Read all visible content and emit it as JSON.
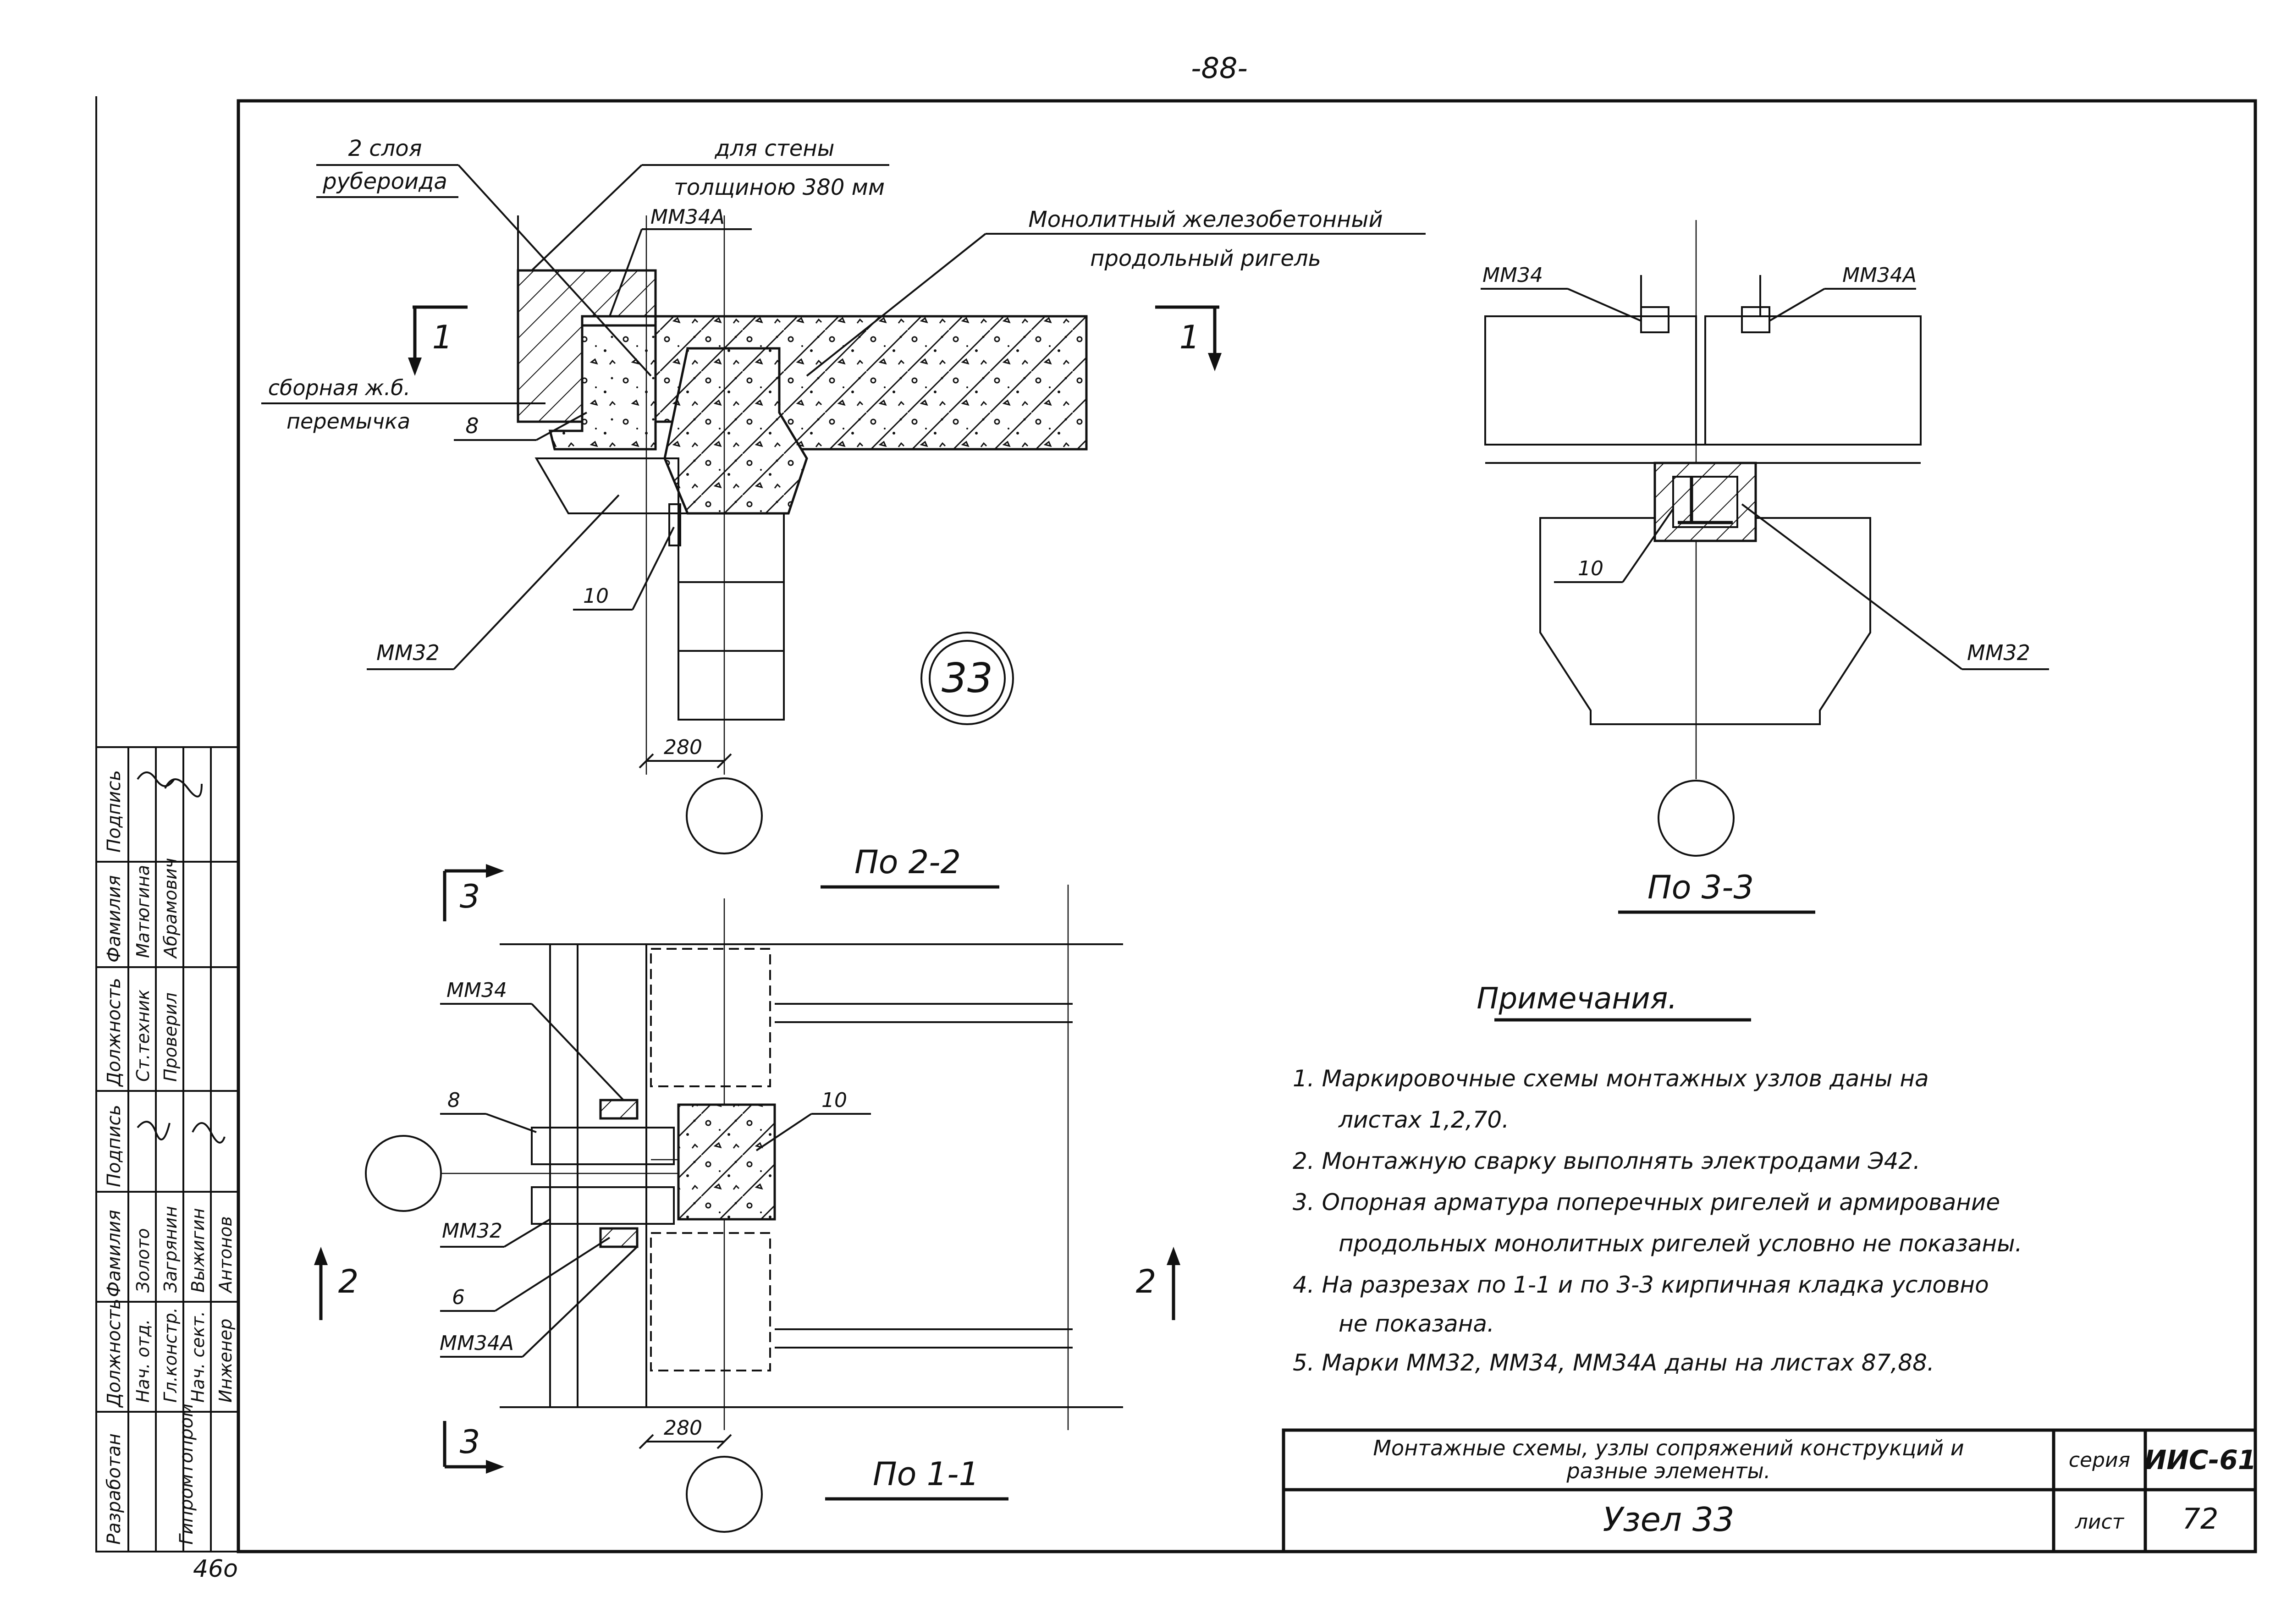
{
  "page_number": "-88-",
  "bottom_note": "46о",
  "sheet_mark": "33",
  "callouts": {
    "roofing": [
      "2 слоя",
      "рубероида"
    ],
    "wall": [
      "для стены",
      "толщиною 380 мм"
    ],
    "mm34a_top": "ММ34А",
    "monolithic": [
      "Монолитный железобетонный",
      "продольный ригель"
    ],
    "lintel": [
      "сборная ж.б.",
      "перемычка"
    ],
    "n8": "8",
    "n10": "10",
    "mm32": "ММ32",
    "dim280": "280",
    "sec1": "1",
    "mm34": "ММ34",
    "mm34a": "ММ34А",
    "n6": "6",
    "sec2": "2",
    "sec3": "3"
  },
  "view_titles": {
    "po22": "По 2-2",
    "po33": "По 3-3",
    "po11": "По 1-1"
  },
  "notes": {
    "heading": "Примечания.",
    "lines": [
      "1.  Маркировочные схемы монтажных узлов даны на",
      "листах 1,2,70.",
      "2.  Монтажную сварку выполнять электродами Э42.",
      "3.  Опорная арматура поперечных ригелей и армирование",
      "продольных монолитных ригелей условно не показаны.",
      "4.  На разрезах по 1-1 и по 3-3 кирпичная кладка условно",
      "не показана.",
      "5.  Марки ММ32, ММ34, ММ34А даны на листах 87,88."
    ]
  },
  "title_block": {
    "description_line1": "Монтажные схемы, узлы сопряжений конструкций и",
    "description_line2": "разные элементы.",
    "seria_label": "серия",
    "seria_value": "ИИС-61",
    "title": "Узел 33",
    "list_label": "лист",
    "list_value": "72"
  },
  "side_stamp": {
    "org1": "Разработан",
    "org2": "Гипромтопром",
    "headers": [
      "Должность",
      "Фамилия",
      "Подпись",
      "Должность",
      "Фамилия",
      "Подпись"
    ],
    "rows": [
      [
        "Нач. отд.",
        "Золото"
      ],
      [
        "Гл.констр.",
        "Загрянин"
      ],
      [
        "Нач. сект.",
        "Выжигин"
      ],
      [
        "Инженер",
        "Антонов"
      ]
    ],
    "rows2": [
      [
        "Ст.техник",
        "Матюгина"
      ],
      [
        "Проверил",
        "Абрамович"
      ]
    ]
  }
}
